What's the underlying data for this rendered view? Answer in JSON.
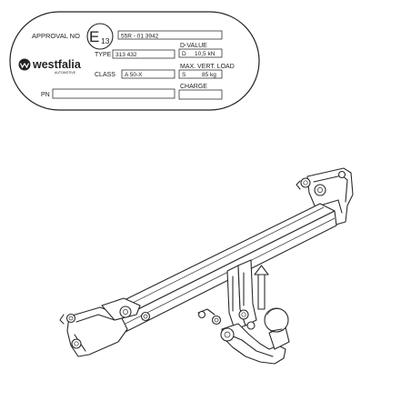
{
  "plate": {
    "approval_label": "APPROVAL NO",
    "e_mark": "E",
    "e_number": "13",
    "approval_value": "55R - 01 3942",
    "brand": "westfalia",
    "brand_sub": "AUTOMOTIVE",
    "type_label": "TYPE",
    "type_value": "313 432",
    "class_label": "CLASS",
    "class_value": "A 50-X",
    "pn_label": "PN",
    "pn_value": "",
    "dvalue_label": "D-VALUE",
    "dvalue_prefix": "D",
    "dvalue_value": "10,5 kN",
    "maxload_label": "MAX. VERT. LOAD",
    "maxload_prefix": "S",
    "maxload_value": "85 kg",
    "charge_label": "CHARGE",
    "charge_value": ""
  },
  "icons": {
    "logo": "westfalia-logo-icon",
    "arrow": "mounting-arrow-icon"
  },
  "colors": {
    "line": "#2a2a2a",
    "background": "#ffffff"
  }
}
